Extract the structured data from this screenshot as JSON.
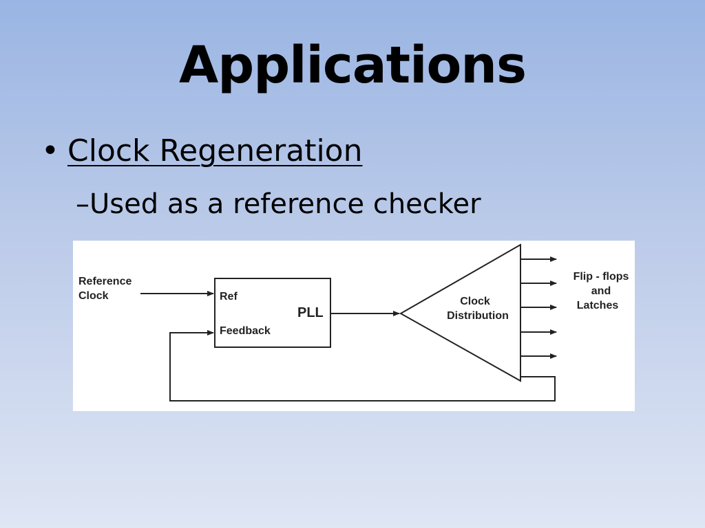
{
  "slide": {
    "title": "Applications",
    "bullet": {
      "marker": "•",
      "text": "Clock Regeneration"
    },
    "sub_bullet": {
      "marker": "–",
      "text": "Used as a reference checker"
    }
  },
  "diagram": {
    "reference_clock_line1": "Reference",
    "reference_clock_line2": "Clock",
    "pll_ref_port": "Ref",
    "pll_feedback_port": "Feedback",
    "pll_label": "PLL",
    "clock_distribution_line1": "Clock",
    "clock_distribution_line2": "Distribution",
    "output_label_line1": "Flip - flops",
    "output_label_line2": "and",
    "output_label_line3": "Latches"
  },
  "colors": {
    "background_top": "#9ab5e3",
    "background_bottom": "#dfe6f4",
    "diagram_stroke": "#222222"
  }
}
